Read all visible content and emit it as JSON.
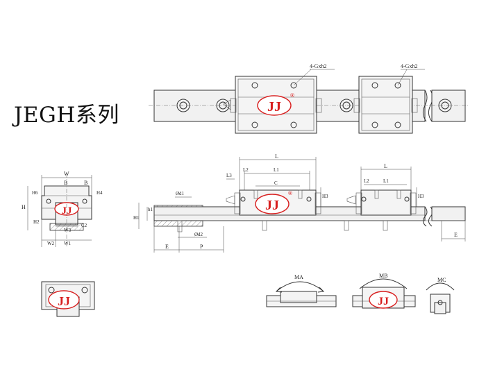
{
  "title": "JEGH系列",
  "logo": {
    "text": "JJ",
    "mark": "®",
    "color": "#d81f1f"
  },
  "top_view": {
    "bolt_label_1": "4-Gxh2",
    "bolt_label_2": "4-Gxh2"
  },
  "front_view": {
    "labels": {
      "W": "W",
      "B1": "B",
      "B2": "B",
      "H6": "H6",
      "H4": "H4",
      "H": "H",
      "H2": "H2",
      "W3": "W3",
      "C2": "C2",
      "W2": "W2",
      "W1": "W1"
    }
  },
  "side_view": {
    "labels": {
      "L": "L",
      "L2": "L2",
      "L1": "L1",
      "L3": "L3",
      "C": "C",
      "H3": "H3",
      "Ld": "L",
      "L2b": "L2",
      "L1b": "L1",
      "H3b": "H3",
      "d1": "Ød1",
      "d2": "Ød2",
      "h1": "h1",
      "H1": "H1",
      "E": "E",
      "P": "P",
      "E2": "E"
    }
  },
  "moments": {
    "MA": "MA",
    "MB": "MB",
    "MC": "MC"
  }
}
